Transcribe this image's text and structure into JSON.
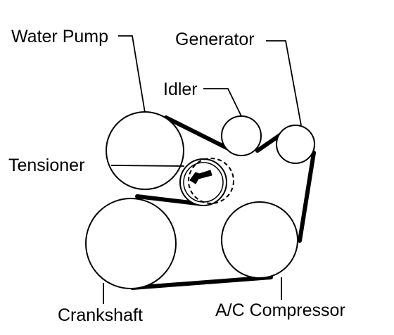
{
  "diagram": {
    "labels": {
      "water_pump": "Water Pump",
      "generator": "Generator",
      "idler": "Idler",
      "tensioner": "Tensioner",
      "crankshaft": "Crankshaft",
      "ac_compressor": "A/C Compressor"
    },
    "colors": {
      "stroke": "#000000",
      "background": "#ffffff"
    }
  }
}
